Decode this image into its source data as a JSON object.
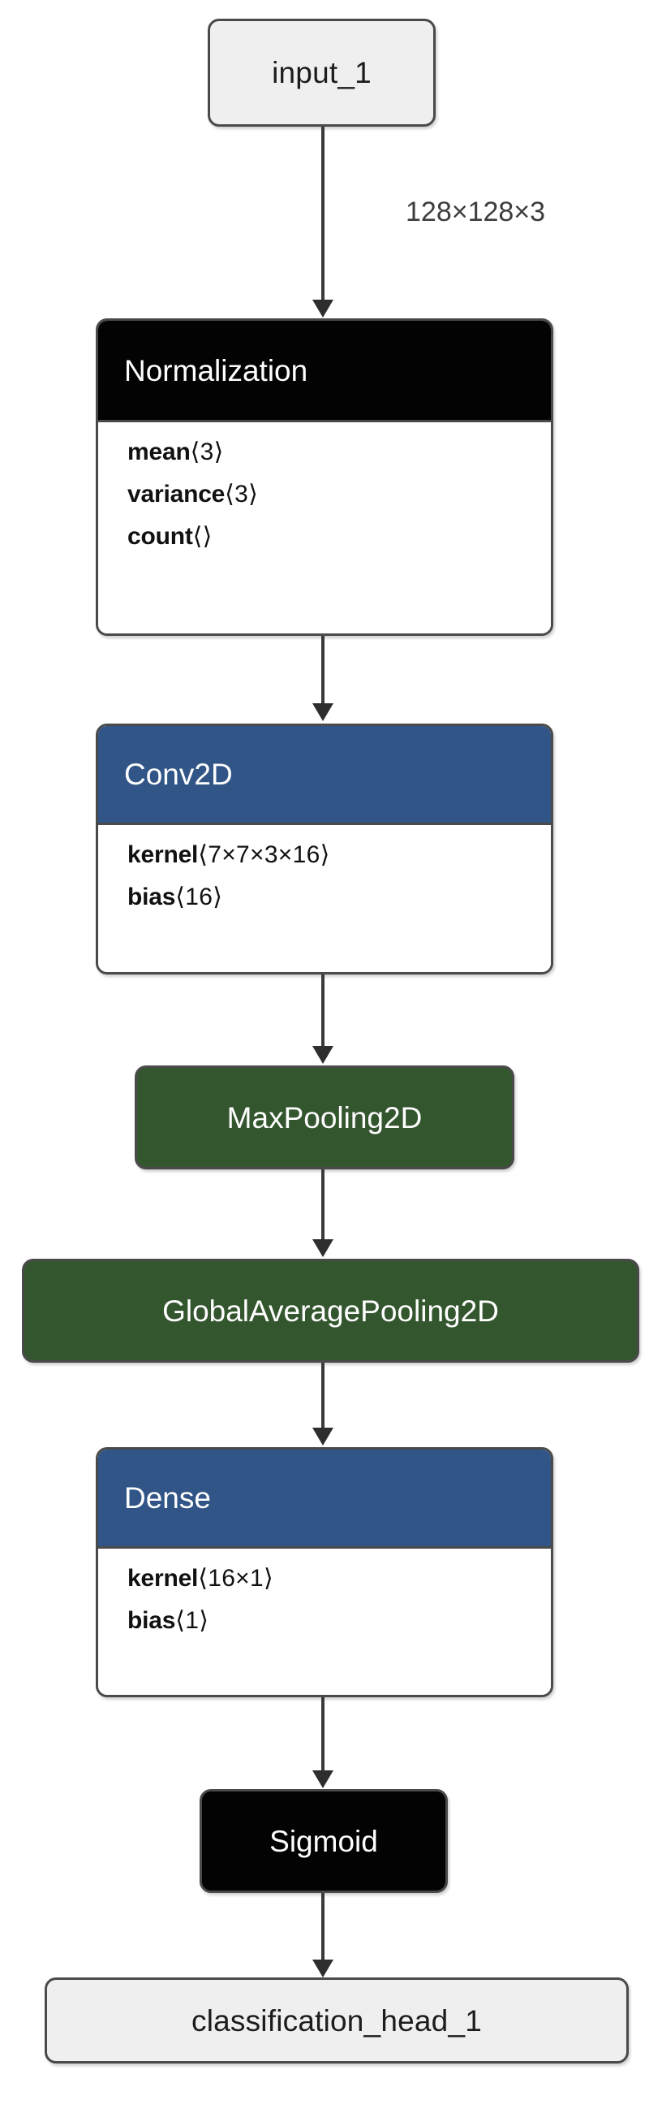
{
  "diagram": {
    "type": "neural-network-architecture",
    "title": "",
    "colors": {
      "input_output_fill": "#efefef",
      "normalization_fill": "#030303",
      "conv_dense_fill": "#315587",
      "pooling_fill": "#34562F",
      "activation_fill": "#030303",
      "border": "#4a4a4a",
      "edge": "#3a3a3a",
      "annotation_text": "#3d3d3d"
    },
    "annotations": [
      {
        "text": "128×128×3",
        "after_node": "input_1"
      }
    ],
    "nodes": [
      {
        "id": "input_1",
        "kind": "io",
        "title": "input_1",
        "weights": []
      },
      {
        "id": "normalization",
        "kind": "compound",
        "title": "Normalization",
        "theme": "black",
        "weights": [
          {
            "name": "mean",
            "shape": "⟨3⟩"
          },
          {
            "name": "variance",
            "shape": "⟨3⟩"
          },
          {
            "name": "count",
            "shape": "⟨⟩"
          }
        ]
      },
      {
        "id": "conv2d",
        "kind": "compound",
        "title": "Conv2D",
        "theme": "blue",
        "weights": [
          {
            "name": "kernel",
            "shape": "⟨7×7×3×16⟩"
          },
          {
            "name": "bias",
            "shape": "⟨16⟩"
          }
        ]
      },
      {
        "id": "maxpooling2d",
        "kind": "simple",
        "title": "MaxPooling2D",
        "theme": "green",
        "weights": []
      },
      {
        "id": "globalaveragepooling2d",
        "kind": "simple",
        "title": "GlobalAveragePooling2D",
        "theme": "green",
        "weights": []
      },
      {
        "id": "dense",
        "kind": "compound",
        "title": "Dense",
        "theme": "blue",
        "weights": [
          {
            "name": "kernel",
            "shape": "⟨16×1⟩"
          },
          {
            "name": "bias",
            "shape": "⟨1⟩"
          }
        ]
      },
      {
        "id": "sigmoid",
        "kind": "simple",
        "title": "Sigmoid",
        "theme": "black",
        "weights": []
      },
      {
        "id": "classification_head_1",
        "kind": "io",
        "title": "classification_head_1",
        "weights": []
      }
    ],
    "edges": [
      {
        "from": "input_1",
        "to": "normalization",
        "label": "128×128×3"
      },
      {
        "from": "normalization",
        "to": "conv2d",
        "label": ""
      },
      {
        "from": "conv2d",
        "to": "maxpooling2d",
        "label": ""
      },
      {
        "from": "maxpooling2d",
        "to": "globalaveragepooling2d",
        "label": ""
      },
      {
        "from": "globalaveragepooling2d",
        "to": "dense",
        "label": ""
      },
      {
        "from": "dense",
        "to": "sigmoid",
        "label": ""
      },
      {
        "from": "sigmoid",
        "to": "classification_head_1",
        "label": ""
      }
    ]
  }
}
